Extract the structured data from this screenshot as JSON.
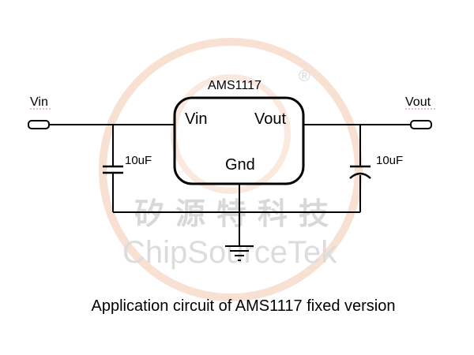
{
  "watermark": {
    "registered_mark": "®",
    "chinese": "矽源特科技",
    "english": "ChipSourceTek",
    "color": "#f6d7c4"
  },
  "chip": {
    "name": "AMS1117",
    "pin_vin": "Vin",
    "pin_vout": "Vout",
    "pin_gnd": "Gnd"
  },
  "terminals": {
    "input": "Vin",
    "output": "Vout"
  },
  "capacitors": {
    "input": "10uF",
    "output": "10uF"
  },
  "caption": "Application circuit of AMS1117 fixed version"
}
